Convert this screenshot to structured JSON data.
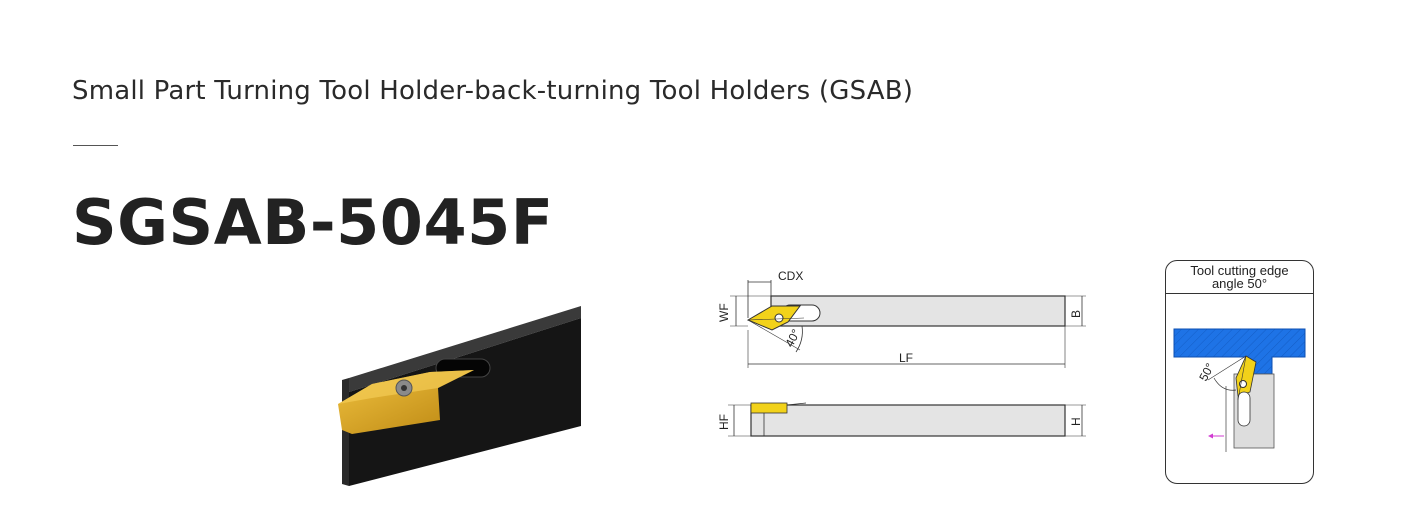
{
  "header": {
    "subtitle": "Small Part Turning Tool Holder-back-turning Tool Holders (GSAB)",
    "model": "SGSAB-5045F"
  },
  "drawing": {
    "labels": {
      "cdx": "CDX",
      "wf": "WF",
      "b": "B",
      "lf": "LF",
      "angle40": "40°",
      "hf": "HF",
      "h": "H"
    }
  },
  "edge_angle": {
    "title_line1": "Tool cutting edge",
    "title_line2": "angle 50°",
    "angle50": "50°"
  },
  "colors": {
    "insert_gold": "#d9a21b",
    "holder_black": "#1c1c1c",
    "workpiece_blue": "#1e73e6",
    "shank_gray": "#e4e4e4"
  }
}
